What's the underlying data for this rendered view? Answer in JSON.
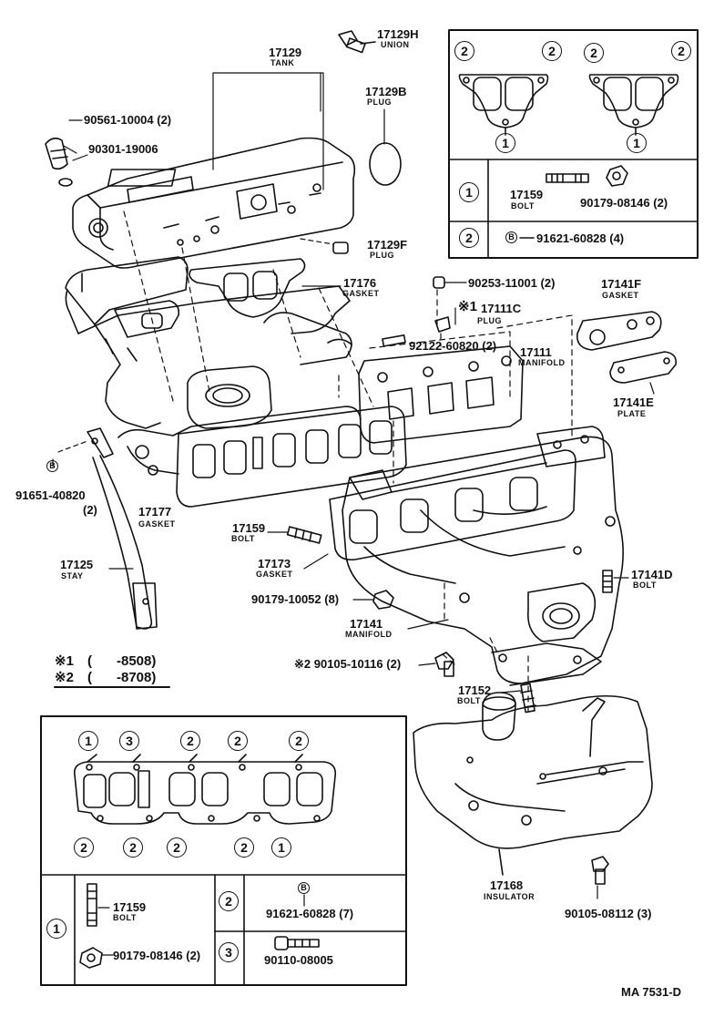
{
  "parts": {
    "p17129h": {
      "num": "17129H",
      "name": "UNION"
    },
    "p17129": {
      "num": "17129",
      "name": "TANK"
    },
    "p17129b": {
      "num": "17129B",
      "name": "PLUG"
    },
    "p90561": {
      "num": "90561-10004 (2)"
    },
    "p90301": {
      "num": "90301-19006"
    },
    "p17129f": {
      "num": "17129F",
      "name": "PLUG"
    },
    "p17176": {
      "num": "17176",
      "name": "GASKET"
    },
    "p90253": {
      "num": "90253-11001 (2)"
    },
    "p17111c": {
      "mark": "※1",
      "num": "17111C",
      "name": "PLUG"
    },
    "p92122": {
      "num": "92122-60820 (2)"
    },
    "p17111": {
      "num": "17111",
      "name": "MANIFOLD"
    },
    "p17141f": {
      "num": "17141F",
      "name": "GASKET"
    },
    "p17141e": {
      "num": "17141E",
      "name": "PLATE"
    },
    "p91651": {
      "badge": "B",
      "num": "91651-40820",
      "qty": "(2)"
    },
    "p17177": {
      "num": "17177",
      "name": "GASKET"
    },
    "p17159": {
      "num": "17159",
      "name": "BOLT"
    },
    "p17173": {
      "num": "17173",
      "name": "GASKET"
    },
    "p17125": {
      "num": "17125",
      "name": "STAY"
    },
    "p90179_10052": {
      "num": "90179-10052 (8)"
    },
    "p17141": {
      "num": "17141",
      "name": "MANIFOLD"
    },
    "p17141d": {
      "num": "17141D",
      "name": "BOLT"
    },
    "p90105_10116": {
      "num": "※2 90105-10116 (2)"
    },
    "p17152": {
      "num": "17152",
      "name": "BOLT"
    },
    "p17168": {
      "num": "17168",
      "name": "INSULATOR"
    },
    "p90105_08112": {
      "num": "90105-08112 (3)"
    }
  },
  "notes": [
    {
      "mark": "※1",
      "open": "(",
      "range": "-8508)"
    },
    {
      "mark": "※2",
      "open": "(",
      "range": "-8708)"
    }
  ],
  "inset_top": {
    "circles": [
      "2",
      "2",
      "2",
      "2",
      "1",
      "1"
    ],
    "rows": [
      {
        "key": "1",
        "bolt_num": "17159",
        "bolt_name": "BOLT",
        "nut_num": "90179-08146 (2)"
      },
      {
        "key": "2",
        "badge": "B",
        "stud_num": "91621-60828 (4)"
      }
    ]
  },
  "inset_bottom": {
    "top_circles": [
      "1",
      "3",
      "2",
      "2",
      "2"
    ],
    "bottom_circles": [
      "2",
      "2",
      "2",
      "2",
      "1"
    ],
    "rows": [
      {
        "key": "1",
        "bolt_num": "17159",
        "bolt_name": "BOLT",
        "nut_num": "90179-08146 (2)"
      },
      {
        "key": "2",
        "badge": "B",
        "stud_num": "91621-60828 (7)"
      },
      {
        "key": "3",
        "screw_num": "90110-08005"
      }
    ]
  },
  "footer": {
    "code": "MA  7531-D"
  }
}
